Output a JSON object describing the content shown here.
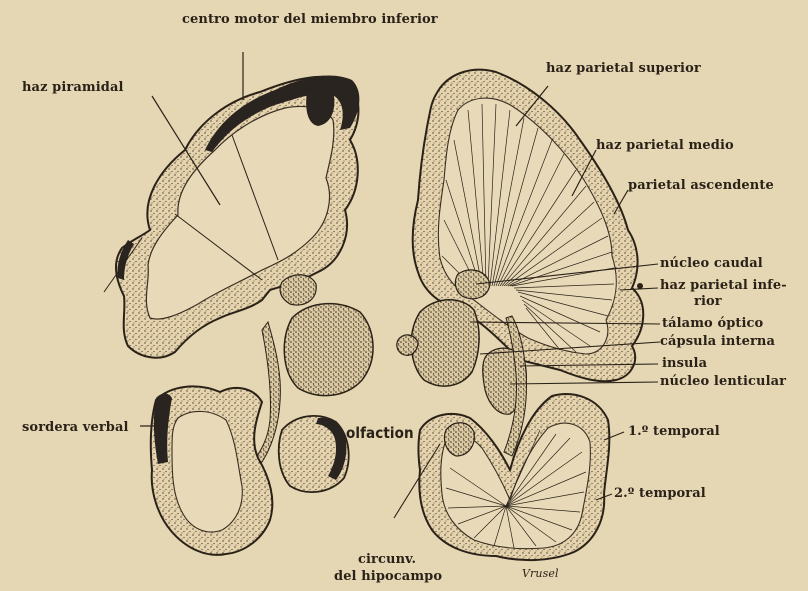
{
  "figure": {
    "labels": {
      "centro_motor": "centro motor del miembro inferior",
      "haz_piramidal": "haz piramidal",
      "sordera_verbal": "sordera verbal",
      "olfaction": "olfaction",
      "circunv_line1": "circunv.",
      "circunv_line2": "del hipocampo",
      "haz_parietal_superior": "haz parietal superior",
      "haz_parietal_medio": "haz parietal medio",
      "parietal_ascendente": "parietal ascendente",
      "nucleo_caudal": "núcleo caudal",
      "haz_parietal_inferior_line1": "haz parietal infe-",
      "haz_parietal_inferior_line2": "rior",
      "talamo_optico": "tálamo óptico",
      "capsula_interna": "cápsula interna",
      "insula": "insula",
      "nucleo_lenticular": "núcleo lenticular",
      "temporal_1": "1.º temporal",
      "temporal_2": "2.º temporal",
      "signature": "Vrusel"
    },
    "colors": {
      "paper": "#e6d7b4",
      "ink": "#2a2218",
      "lesion": "#2a2420"
    }
  }
}
